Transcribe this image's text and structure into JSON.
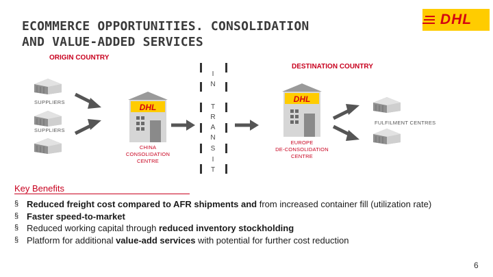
{
  "title_line1": "ECOMMERCE OPPORTUNITIES. CONSOLIDATION",
  "title_line2": "AND VALUE-ADDED SERVICES",
  "logo_text": "DHL",
  "origin_label": "ORIGIN COUNTRY",
  "destination_label": "DESTINATION COUNTRY",
  "transit_letters": [
    "I",
    "N",
    "T",
    "R",
    "A",
    "N",
    "S",
    "I",
    "T"
  ],
  "suppliers_label_1": "SUPPLIERS",
  "suppliers_label_2": "SUPPLIERS",
  "china_centre": {
    "line1": "CHINA",
    "line2": "CONSOLIDATION",
    "line3": "CENTRE"
  },
  "europe_centre": {
    "line1": "EUROPE",
    "line2": "DE-CONSOLIDATION",
    "line3": "CENTRE"
  },
  "fulfilment_label": "FULFILMENT CENTRES",
  "benefits_title": "Key Benefits",
  "benefits": [
    {
      "bold1": "Reduced freight cost  compared to  AFR shipments and",
      "normal1": " from increased container fill (utilization rate)",
      "bold2": "",
      "normal2": ""
    },
    {
      "bold1": "Faster speed-to-market",
      "normal1": "",
      "bold2": "",
      "normal2": ""
    },
    {
      "bold1": "",
      "normal1": "Reduced working capital through ",
      "bold2": "reduced inventory stockholding",
      "normal2": ""
    },
    {
      "bold1": "",
      "normal1": "Platform for additional ",
      "bold2": "value-add services",
      "normal2": " with potential for further cost reduction"
    }
  ],
  "bullet_glyph": "§",
  "page_number": "6",
  "colors": {
    "dhl_yellow": "#FFCC00",
    "dhl_red": "#D40511",
    "label_red": "#C8001E"
  },
  "icons": [
    "supplier-warehouse-icon",
    "dhl-warehouse-icon",
    "arrow-icon"
  ]
}
